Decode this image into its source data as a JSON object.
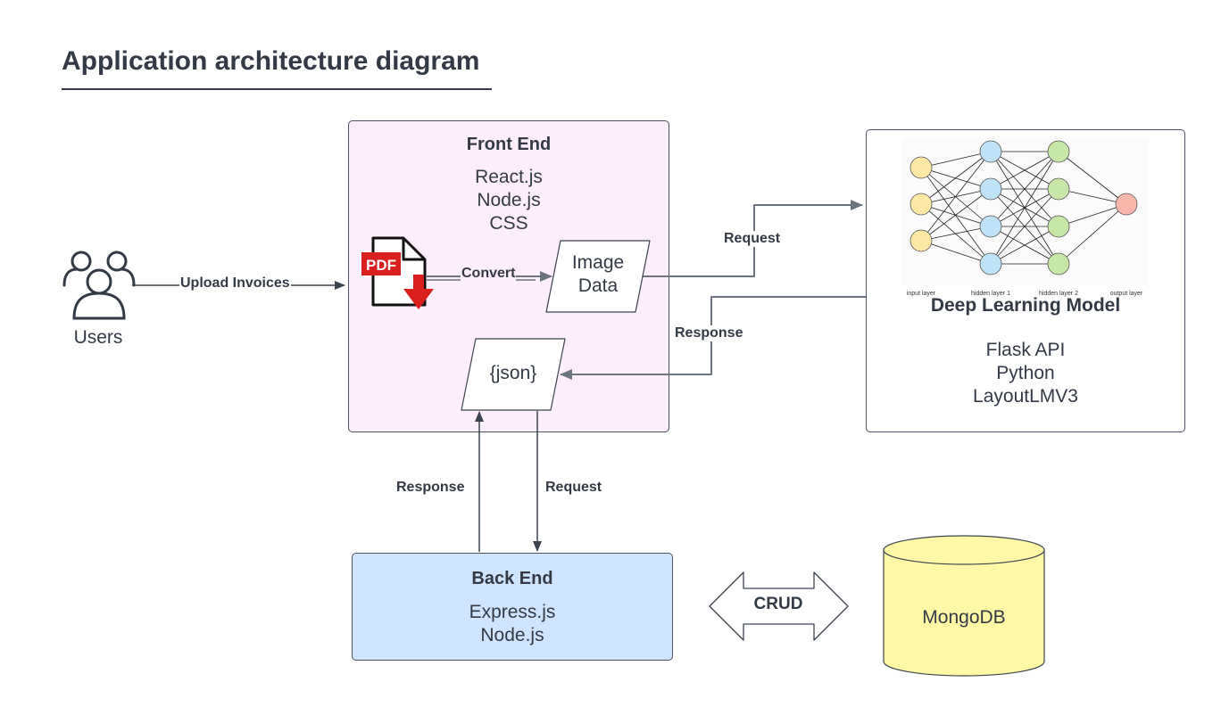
{
  "title": "Application architecture diagram",
  "users": {
    "label": "Users"
  },
  "edges": {
    "upload": "Upload Invoices",
    "convert": "Convert",
    "request_top": "Request",
    "response_top": "Response",
    "response_bottom": "Response",
    "request_bottom": "Request",
    "crud": "CRUD"
  },
  "front_end": {
    "title": "Front End",
    "tech": [
      "React.js",
      "Node.js",
      "CSS"
    ],
    "pdf_badge": "PDF",
    "image_data": [
      "Image",
      "Data"
    ],
    "json": "{json}"
  },
  "deep_learning": {
    "title": "Deep Learning Model",
    "tech": [
      "Flask API",
      "Python",
      "LayoutLMV3"
    ],
    "nn_layers": [
      "input layer",
      "hidden layer 1",
      "hidden layer 2",
      "output layer"
    ],
    "nn_colors": [
      "#fde9a6",
      "#bfe3f6",
      "#c8e6a8",
      "#f9b6ab"
    ]
  },
  "back_end": {
    "title": "Back End",
    "tech": [
      "Express.js",
      "Node.js"
    ]
  },
  "database": {
    "label": "MongoDB",
    "color": "#fff8a6"
  },
  "colors": {
    "arrow": "#6c7480",
    "front_end_fill": "#fdeefb",
    "back_end_fill": "#cfe4ff",
    "pdf_red": "#d9201f"
  }
}
